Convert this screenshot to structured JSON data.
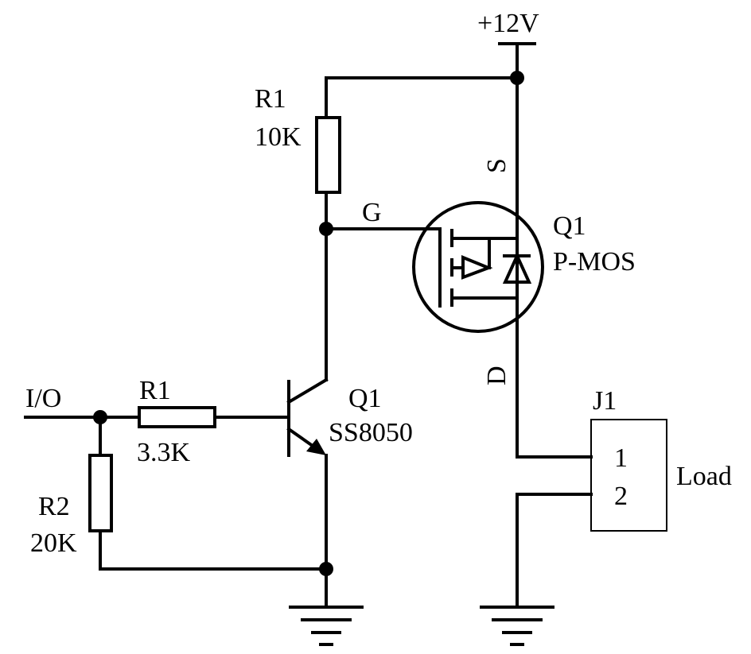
{
  "supply": {
    "label": "+12V"
  },
  "r1_pullup": {
    "ref": "R1",
    "value": "10K"
  },
  "r1_base": {
    "ref": "R1",
    "value": "3.3K"
  },
  "r2": {
    "ref": "R2",
    "value": "20K"
  },
  "io": {
    "label": "I/O"
  },
  "bjt": {
    "ref": "Q1",
    "part": "SS8050"
  },
  "mosfet": {
    "ref": "Q1",
    "part": "P-MOS",
    "gate": "G",
    "source": "S",
    "drain": "D"
  },
  "connector": {
    "ref": "J1",
    "pin1": "1",
    "pin2": "2",
    "label": "Load"
  }
}
